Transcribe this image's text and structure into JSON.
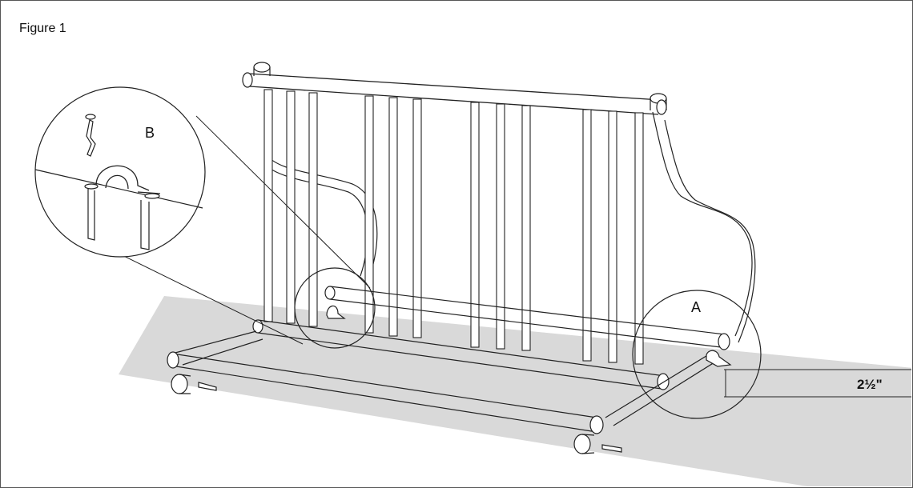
{
  "figure": {
    "title": "Figure 1"
  },
  "callouts": {
    "a": "A",
    "b": "B"
  },
  "dimension": {
    "label": "2½\""
  },
  "colors": {
    "ground": "#d9d9d9",
    "line": "#222222"
  }
}
